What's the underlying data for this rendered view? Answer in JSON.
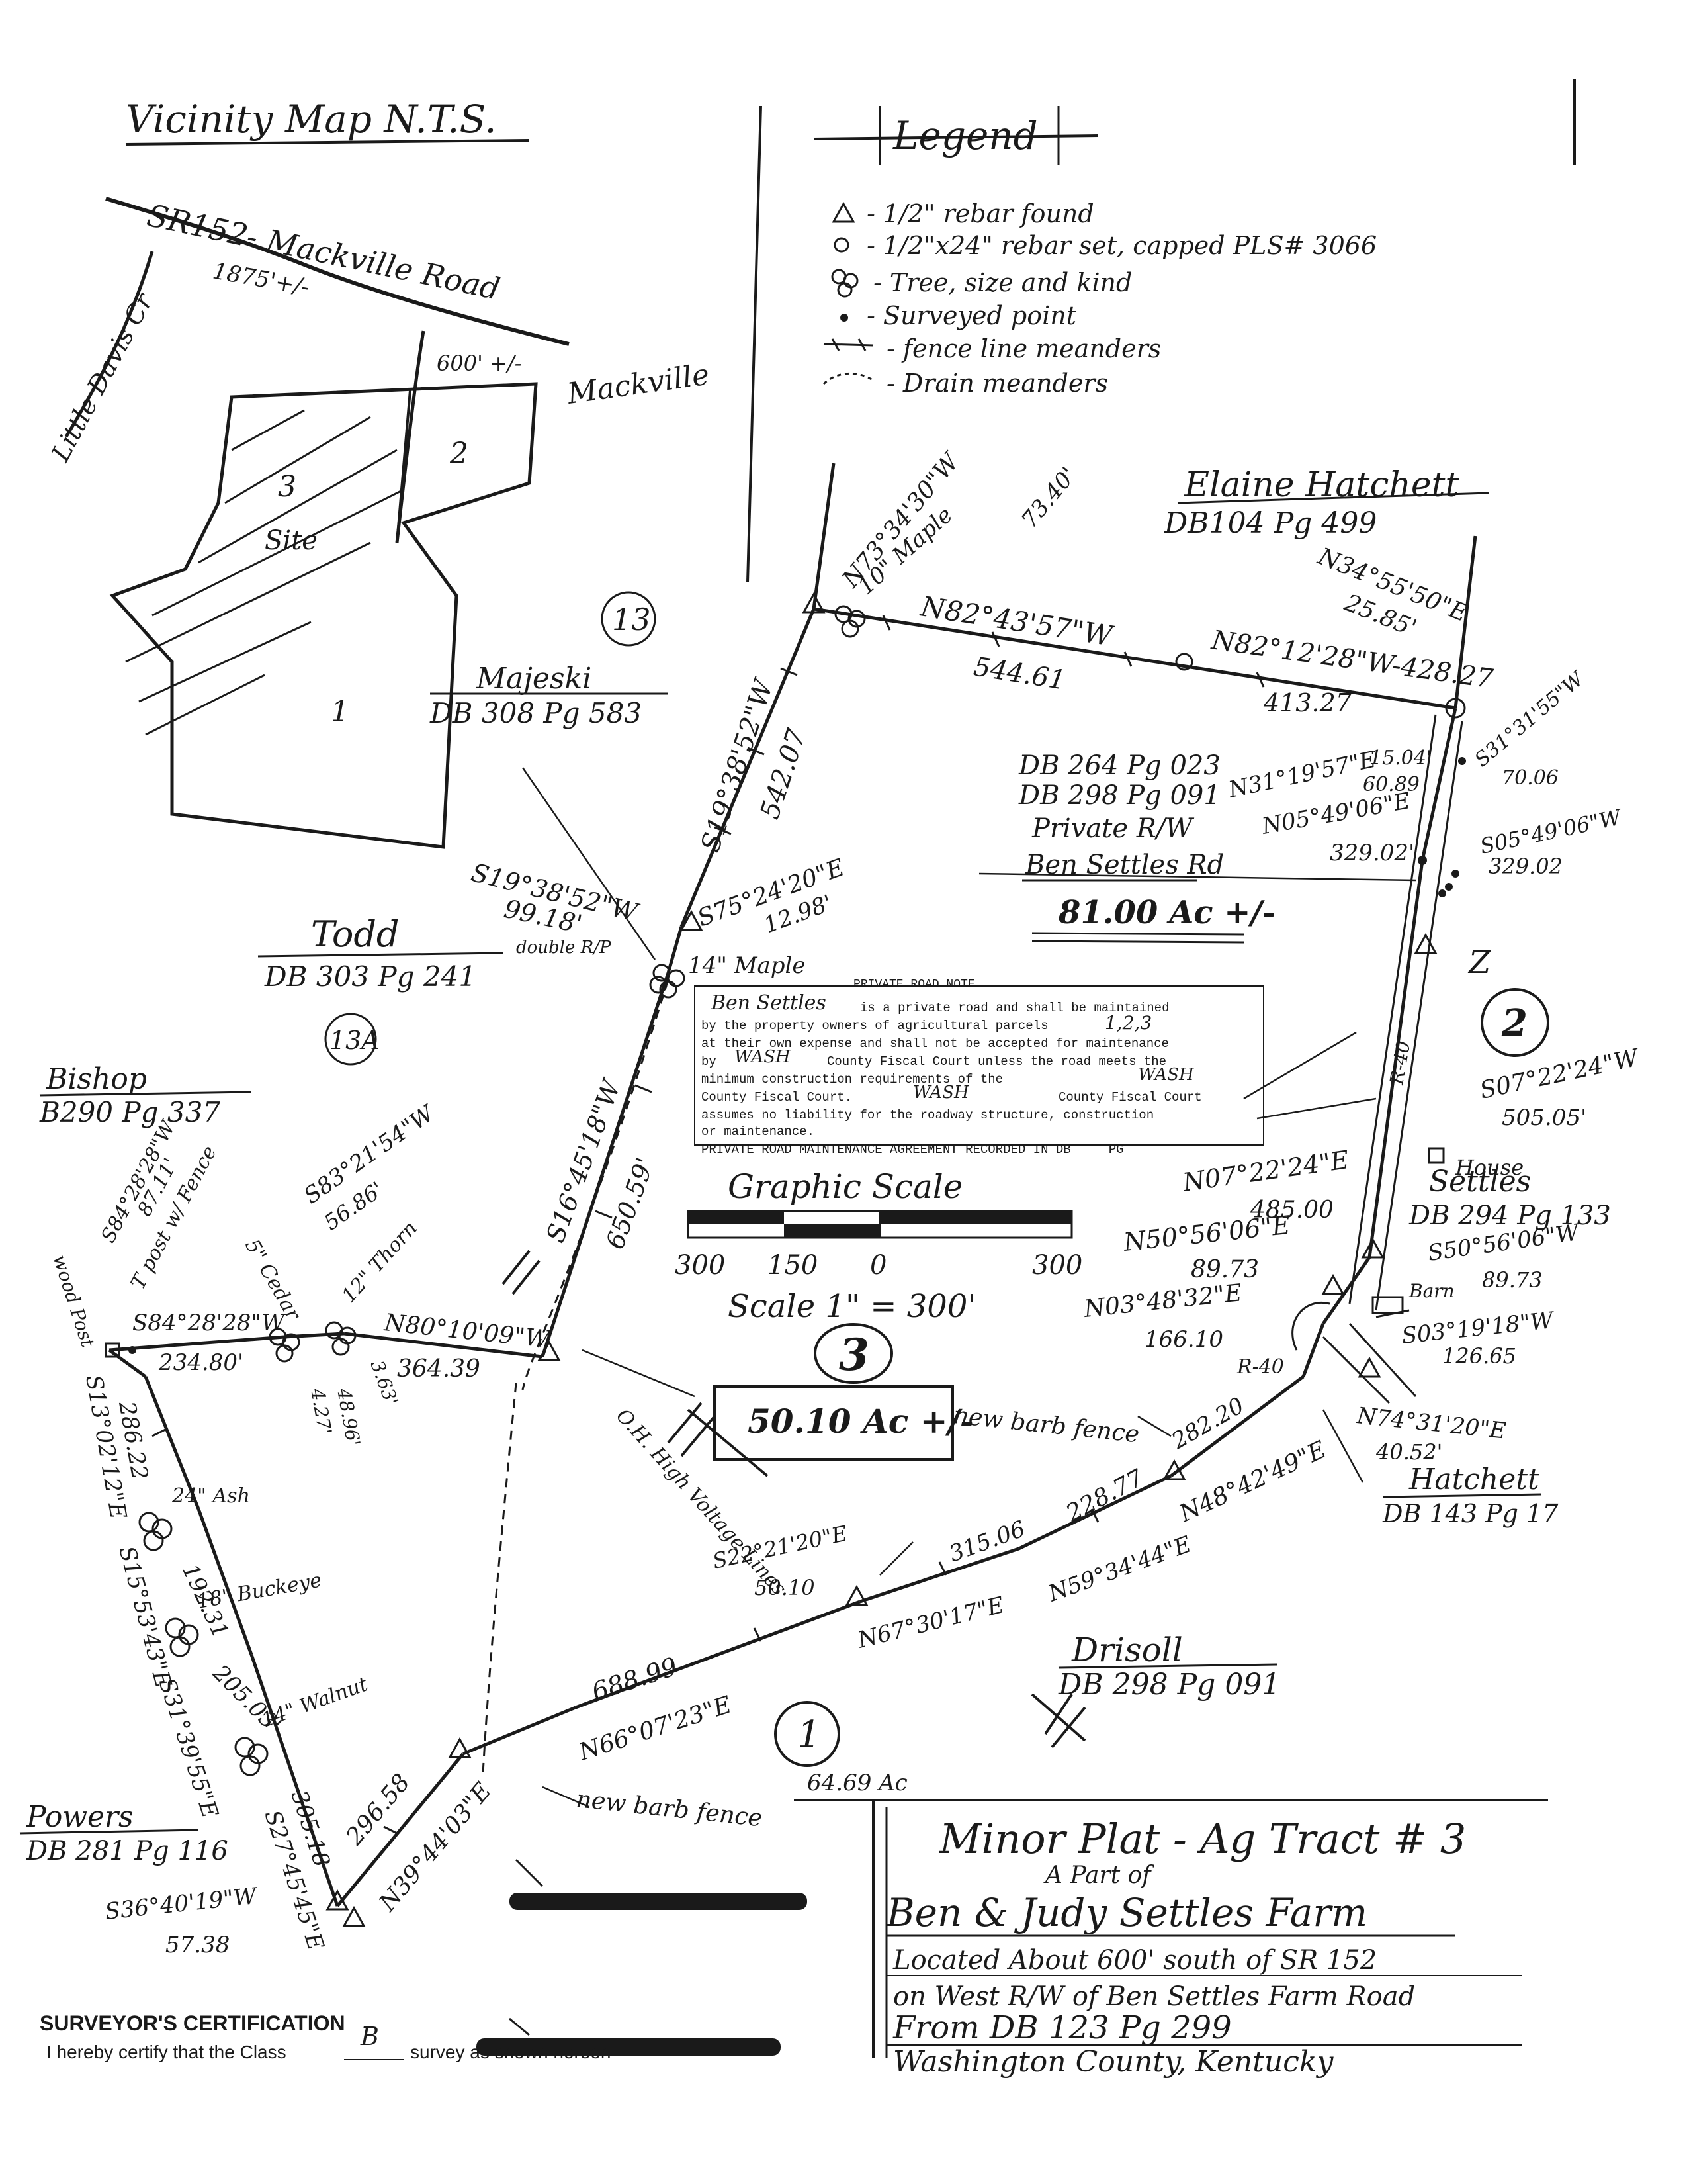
{
  "vicinity_map": {
    "title": "Vicinity Map N.T.S.",
    "road": "SR152- Mackville Road",
    "road_dist": "1875'+/-",
    "creek": "Little Davis Cr",
    "dist_600": "600' +/-",
    "town": "Mackville",
    "parcel_1": "1",
    "parcel_2": "2",
    "parcel_3": "3",
    "site": "Site"
  },
  "legend": {
    "title": "Legend",
    "items": [
      "- 1/2\" rebar found",
      "- 1/2\"x24\" rebar set, capped PLS# 3066",
      "- Tree, size and kind",
      "- Surveyed point",
      "- fence line meanders",
      "- Drain meanders"
    ]
  },
  "owners": {
    "hatchett_name": "Elaine Hatchett",
    "hatchett_db": "DB104 Pg 499",
    "majeski_name": "Majeski",
    "majeski_db": "DB 308 Pg 583",
    "todd_name": "Todd",
    "todd_db": "DB 303 Pg 241",
    "bishop_name": "Bishop",
    "bishop_db": "B290 Pg 337",
    "powers_name": "Powers",
    "powers_db": "DB 281 Pg 116",
    "drisoll_name": "Drisoll",
    "drisoll_db": "DB 298 Pg 091",
    "hatchett2_name": "Hatchett",
    "hatchett2_db": "DB 143 Pg 17",
    "settles_name": "Settles",
    "settles_db": "DB 294 Pg 133"
  },
  "tract_labels": {
    "t13": "13",
    "t13a": "13A",
    "t2": "2",
    "t3": "3",
    "t1": "1",
    "z": "Z"
  },
  "bearings": {
    "b1": "N73°34'30\"W",
    "b1_dist": "73.40'",
    "b2": "N82°43'57\"W",
    "b2_dist": "544.61",
    "b3": "N82°12'28\"W-428.27",
    "b3_dist": "413.27",
    "b4": "N34°55'50\"E",
    "b4_dist": "25.85'",
    "b5": "S19°38'52\"W",
    "b5_dist": "542.07",
    "b6": "S19°38'52\"W",
    "b6_dist": "99.18'",
    "b7": "S75°24'20\"E",
    "b7_dist": "12.98'",
    "b8": "S16°45'18\"W",
    "b8_dist": "650.59'",
    "b9": "N31°19'57\"E",
    "b9_a": "15.04'",
    "b9_b": "60.89",
    "b10": "N05°49'06\"E",
    "b10_dist": "329.02'",
    "b11": "S05°49'06\"W",
    "b11_dist": "329.02",
    "b12": "S31°31'55\"W",
    "b12_dist": "70.06",
    "b13": "S07°22'24\"W",
    "b13_dist": "505.05'",
    "b14": "N07°22'24\"E",
    "b14_dist": "485.00",
    "b15": "N50°56'06\"E",
    "b15_dist": "89.73",
    "b16": "S50°56'06\"W",
    "b16_dist": "89.73",
    "b17": "N03°48'32\"E",
    "b17_dist": "166.10",
    "b18": "S03°19'18\"W",
    "b18_dist": "126.65",
    "b19": "N74°31'20\"E",
    "b19_dist": "40.52'",
    "b20": "N48°42'49\"E",
    "b20_dist": "282.20",
    "b21": "228.77",
    "b22": "N59°34'44\"E",
    "b22_dist": "315.06",
    "b23": "S22°21'20\"E",
    "b23_dist": "50.10",
    "b24": "N67°30'17\"E",
    "b25": "N66°07'23\"E",
    "b25_dist": "688.99",
    "b26": "N39°44'03\"E",
    "b26_dist": "296.58",
    "b27": "S27°45'45\"E",
    "b27_dist": "305.18",
    "b28": "S31°39'55\"E",
    "b28_dist": "205.03'",
    "b29": "S15°53'43\"E",
    "b29_dist": "192.31",
    "b30": "S13°02'12\"E",
    "b30_dist": "286.22",
    "b31": "S84°28'28\"W",
    "b31_dist": "234.80'",
    "b32": "S84°28'28\"W",
    "b32_dist": "87.11'",
    "b33": "S83°21'54\"W",
    "b33_dist": "56.86'",
    "b34": "N80°10'09\"W",
    "b34_dist": "364.39",
    "b35": "S36°40'19\"W",
    "b35_dist": "57.38",
    "b36_a": "4.27'",
    "b36_b": "48.96'",
    "b36_c": "3.63'",
    "r40": "R-40",
    "r40b": "R-40"
  },
  "trees": {
    "maple10": "10\" Maple",
    "maple14": "14\" Maple",
    "ash24": "24\" Ash",
    "buckeye18": "18\" Buckeye",
    "walnut14": "14\" Walnut",
    "cedar": "5\" Cedar",
    "thorn12": "12\" Thorn",
    "tpost": "T post w/ Fence",
    "wood_post": "wood Post"
  },
  "notes": {
    "road_db1": "DB 264 Pg 023",
    "road_db2": "DB 298 Pg 091",
    "private_rw": "Private R/W",
    "ben_settles_rd": "Ben Settles Rd",
    "acres_81": "81.00 Ac +/-",
    "double_rp": "double R/P",
    "house": "House",
    "barn": "Barn",
    "new_fence_1": "new barb fence",
    "new_fence_2": "new barb fence",
    "high_voltage": "O.H. High Voltage Lines",
    "acres_tract3": "50.10 Ac +/-",
    "acres_tract1": "64.69 Ac"
  },
  "private_road_note": {
    "title": "PRIVATE ROAD NOTE",
    "road_name": "Ben Settles",
    "l1": "is a private road and shall be maintained",
    "l2": "by the property owners of agricultural parcels",
    "parcels": "1,2,3",
    "l3": "at their own expense and shall not be accepted for maintenance",
    "l4": "by",
    "county1": "WASH",
    "l4b": "County Fiscal Court unless the road meets the",
    "l5": "minimum construction requirements of the",
    "county2": "WASH",
    "l6": "County Fiscal Court.",
    "county3": "WASH",
    "l6b": "County Fiscal Court",
    "l7": "assumes no liability for the roadway structure, construction",
    "l8": "or maintenance.",
    "l9": "PRIVATE ROAD MAINTENANCE AGREEMENT RECORDED IN DB____ PG____"
  },
  "scale": {
    "title": "Graphic Scale",
    "t300a": "300",
    "t150": "150",
    "t0": "0",
    "t300b": "300",
    "text": "Scale 1\" = 300'"
  },
  "title_block": {
    "line1": "Minor Plat - Ag Tract # 3",
    "line2": "A Part of",
    "line3": "Ben & Judy Settles Farm",
    "line4": "Located About 600' south of SR 152",
    "line5": "on West R/W of Ben Settles Farm Road",
    "line6": "From DB 123 Pg 299",
    "line7": "Washington County, Kentucky"
  },
  "certification": {
    "title": "SURVEYOR'S CERTIFICATION",
    "text_a": "I hereby certify that the Class",
    "class_value": "B",
    "text_b": "survey as shown hereon"
  }
}
